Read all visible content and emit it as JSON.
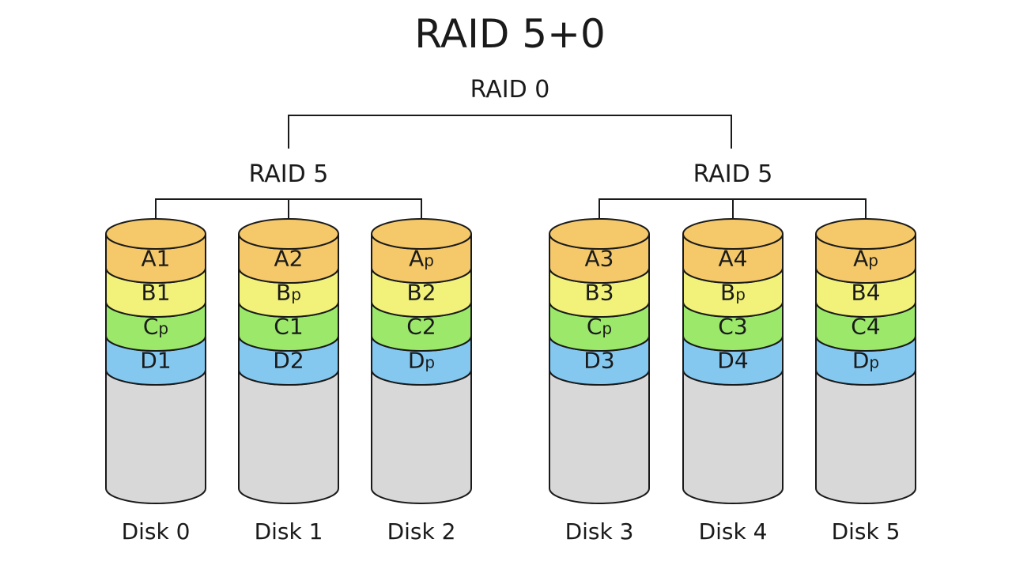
{
  "title": "RAID 5+0",
  "top_label": "RAID 0",
  "groups": [
    {
      "label": "RAID 5"
    },
    {
      "label": "RAID 5"
    }
  ],
  "colors": {
    "A": "#f5c96a",
    "B": "#f2f27a",
    "C": "#9ce86a",
    "D": "#84c8f0",
    "empty": "#d8d8d8",
    "stroke": "#1a1a1a"
  },
  "disks": [
    {
      "label": "Disk 0",
      "blocks": [
        {
          "base": "A",
          "sub": "1"
        },
        {
          "base": "B",
          "sub": "1"
        },
        {
          "base": "C",
          "sub": "p"
        },
        {
          "base": "D",
          "sub": "1"
        }
      ]
    },
    {
      "label": "Disk 1",
      "blocks": [
        {
          "base": "A",
          "sub": "2"
        },
        {
          "base": "B",
          "sub": "p"
        },
        {
          "base": "C",
          "sub": "1"
        },
        {
          "base": "D",
          "sub": "2"
        }
      ]
    },
    {
      "label": "Disk 2",
      "blocks": [
        {
          "base": "A",
          "sub": "p"
        },
        {
          "base": "B",
          "sub": "2"
        },
        {
          "base": "C",
          "sub": "2"
        },
        {
          "base": "D",
          "sub": "p"
        }
      ]
    },
    {
      "label": "Disk 3",
      "blocks": [
        {
          "base": "A",
          "sub": "3"
        },
        {
          "base": "B",
          "sub": "3"
        },
        {
          "base": "C",
          "sub": "p"
        },
        {
          "base": "D",
          "sub": "3"
        }
      ]
    },
    {
      "label": "Disk 4",
      "blocks": [
        {
          "base": "A",
          "sub": "4"
        },
        {
          "base": "B",
          "sub": "p"
        },
        {
          "base": "C",
          "sub": "3"
        },
        {
          "base": "D",
          "sub": "4"
        }
      ]
    },
    {
      "label": "Disk 5",
      "blocks": [
        {
          "base": "A",
          "sub": "p"
        },
        {
          "base": "B",
          "sub": "4"
        },
        {
          "base": "C",
          "sub": "4"
        },
        {
          "base": "D",
          "sub": "p"
        }
      ]
    }
  ]
}
